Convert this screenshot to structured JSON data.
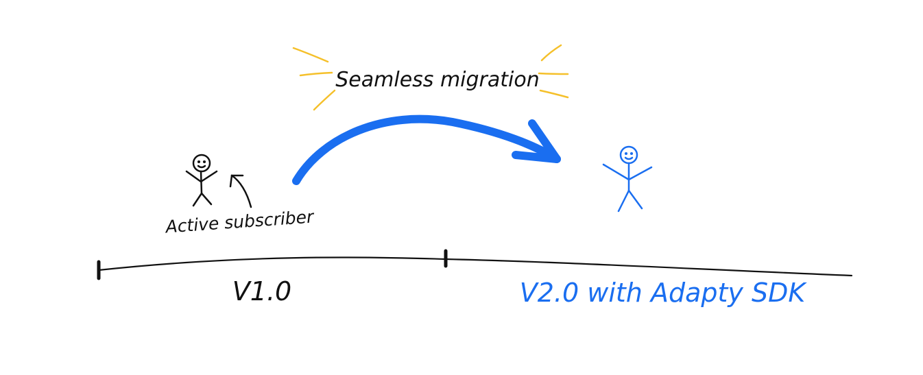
{
  "labels": {
    "headline": "Seamless migration",
    "subscriber": "Active subscriber",
    "old_version": "V1.0",
    "new_version": "V2.0 with Adapty SDK"
  },
  "colors": {
    "ink": "#111111",
    "blue": "#1a6ef0",
    "yellow": "#f5c02a"
  }
}
